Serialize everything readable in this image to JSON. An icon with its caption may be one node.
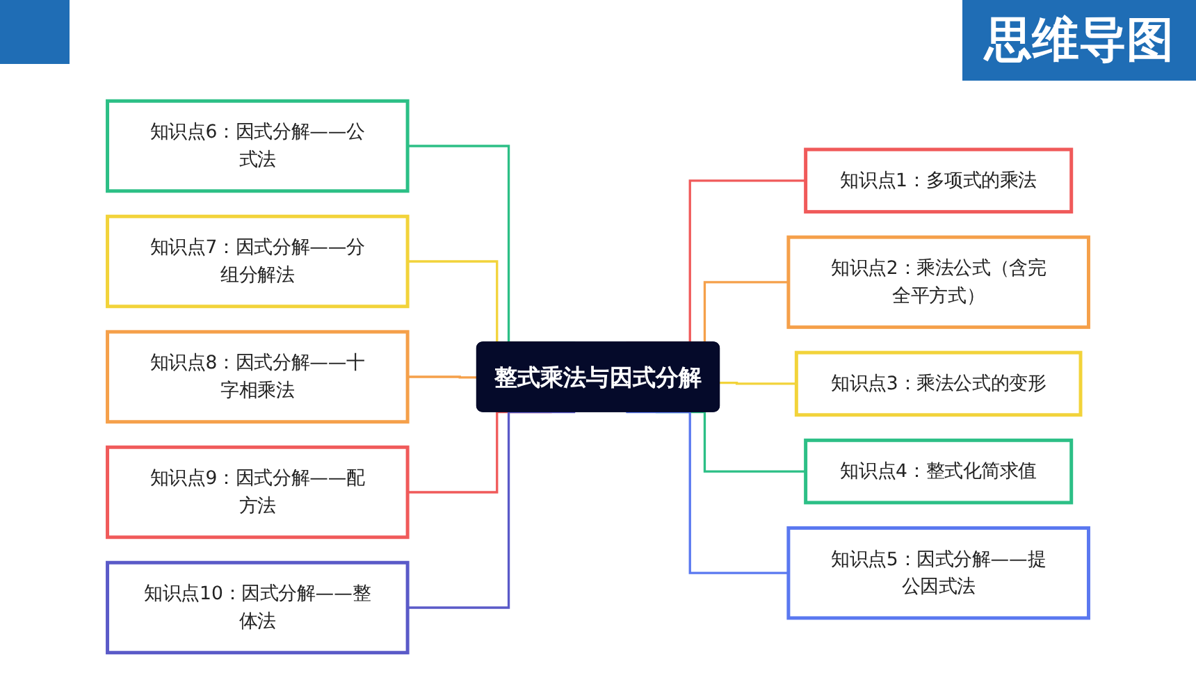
{
  "diagram": {
    "title": "思维导图",
    "nodes": [
      {
        "text": [
          "整式乘法与因式分解"
        ]
      },
      {
        "text": [
          "知识点1：多项式的乘法"
        ]
      },
      {
        "text": [
          "知识点2：乘法公式（含完全平方式）"
        ]
      },
      {
        "text": [
          "知识点3：乘法公式的变形"
        ]
      },
      {
        "text": [
          "知识点4：整式化简求值"
        ]
      },
      {
        "text": [
          "知识点5：因式分解——提公因式法"
        ]
      },
      {
        "text": [
          "知识点6：因式分解——公式法"
        ]
      },
      {
        "text": [
          "知识点7：因式分解——分组分解法"
        ]
      },
      {
        "text": [
          "知识点8：因式分解——十字相乘法"
        ]
      },
      {
        "text": [
          "知识点9：因式分解——配方法"
        ]
      },
      {
        "text": [
          "知识点10：因式分解——整体法"
        ]
      }
    ],
    "edges": [
      {
        "from": 0,
        "to": 1,
        "arrow": "none",
        "color": "#f05a5a"
      },
      {
        "from": 0,
        "to": 2,
        "arrow": "none",
        "color": "#f5a04a"
      },
      {
        "from": 0,
        "to": 3,
        "arrow": "none",
        "color": "#f2d33a"
      },
      {
        "from": 0,
        "to": 4,
        "arrow": "none",
        "color": "#2cbf86"
      },
      {
        "from": 0,
        "to": 5,
        "arrow": "none",
        "color": "#5a78f0"
      },
      {
        "from": 6,
        "to": 0,
        "arrow": "none",
        "color": "#2cbf86"
      },
      {
        "from": 7,
        "to": 0,
        "arrow": "none",
        "color": "#f2d33a"
      },
      {
        "from": 8,
        "to": 0,
        "arrow": "none",
        "color": "#f5a04a"
      },
      {
        "from": 9,
        "to": 0,
        "arrow": "none",
        "color": "#f05a5a"
      },
      {
        "from": 10,
        "to": 0,
        "arrow": "none",
        "color": "#5a5ac8"
      }
    ]
  }
}
